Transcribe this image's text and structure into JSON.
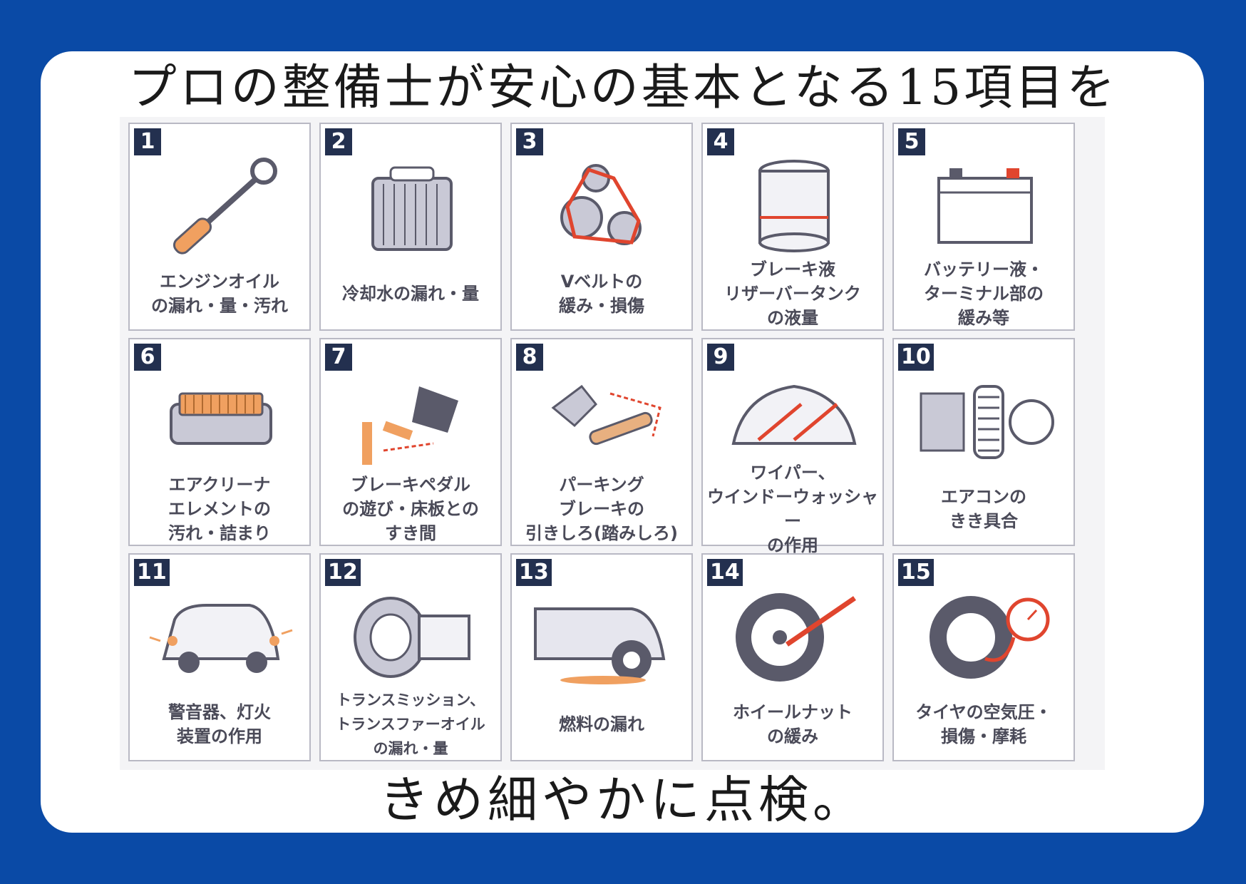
{
  "headline": "プロの整備士が安心の基本となる15項目を",
  "footline": "きめ細やかに点検。",
  "colors": {
    "background": "#0a4aa6",
    "card": "#ffffff",
    "badge": "#23304f",
    "accent": "#e0452e",
    "caption": "#4a4a58"
  },
  "items": [
    {
      "number": "1",
      "label": "エンジンオイル\nの漏れ・量・汚れ",
      "icon": "oil-dipstick-icon"
    },
    {
      "number": "2",
      "label": "冷却水の漏れ・量",
      "icon": "radiator-icon"
    },
    {
      "number": "3",
      "label": "Vベルトの\n緩み・損傷",
      "icon": "v-belt-icon"
    },
    {
      "number": "4",
      "label": "ブレーキ液\nリザーバータンク\nの液量",
      "icon": "brake-fluid-tank-icon"
    },
    {
      "number": "5",
      "label": "バッテリー液・\nターミナル部の\n緩み等",
      "icon": "battery-icon"
    },
    {
      "number": "6",
      "label": "エアクリーナ\nエレメントの\n汚れ・詰まり",
      "icon": "air-filter-icon"
    },
    {
      "number": "7",
      "label": "ブレーキペダル\nの遊び・床板との\nすき間",
      "icon": "brake-pedal-icon"
    },
    {
      "number": "8",
      "label": "パーキング\nブレーキの\n引きしろ(踏みしろ)",
      "icon": "parking-brake-icon"
    },
    {
      "number": "9",
      "label": "ワイパー、\nウインドーウォッシャー\nの作用",
      "icon": "wiper-icon"
    },
    {
      "number": "10",
      "label": "エアコンの\nきき具合",
      "icon": "air-conditioner-icon"
    },
    {
      "number": "11",
      "label": "警音器、灯火\n装置の作用",
      "icon": "car-lights-icon"
    },
    {
      "number": "12",
      "label": "トランスミッション、\nトランスファーオイル\nの漏れ・量",
      "icon": "transmission-icon"
    },
    {
      "number": "13",
      "label": "燃料の漏れ",
      "icon": "fuel-leak-icon"
    },
    {
      "number": "14",
      "label": "ホイールナット\nの緩み",
      "icon": "wheel-nut-icon"
    },
    {
      "number": "15",
      "label": "タイヤの空気圧・\n損傷・摩耗",
      "icon": "tire-pressure-icon"
    }
  ]
}
